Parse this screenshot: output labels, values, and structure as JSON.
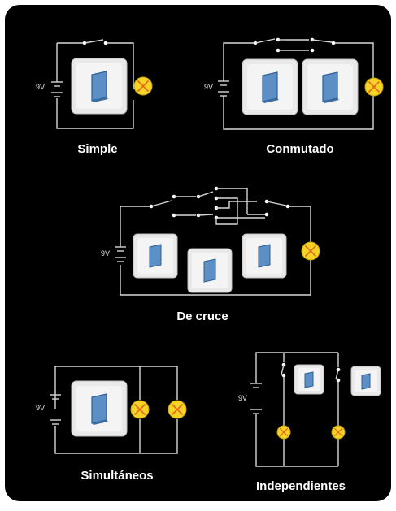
{
  "colors": {
    "background": "#000000",
    "wire": "#d8d8d8",
    "switch_plate": "#e9e9e9",
    "switch_rocker": "#5b8fc6",
    "bulb_fill": "#f5d327",
    "bulb_cross": "#e36a1c",
    "caption": "#ffffff"
  },
  "diagrams": {
    "simple": {
      "caption": "Simple",
      "battery_label": "9V"
    },
    "conmutado": {
      "caption": "Conmutado",
      "battery_label": "9V"
    },
    "de_cruce": {
      "caption": "De cruce",
      "battery_label": "9V"
    },
    "simultaneos": {
      "caption": "Simultáneos",
      "battery_label": "9V"
    },
    "independientes": {
      "caption": "Independientes",
      "battery_label": "9V"
    }
  },
  "icons": [
    "light-switch-icon",
    "light-bulb-icon",
    "battery-icon"
  ]
}
